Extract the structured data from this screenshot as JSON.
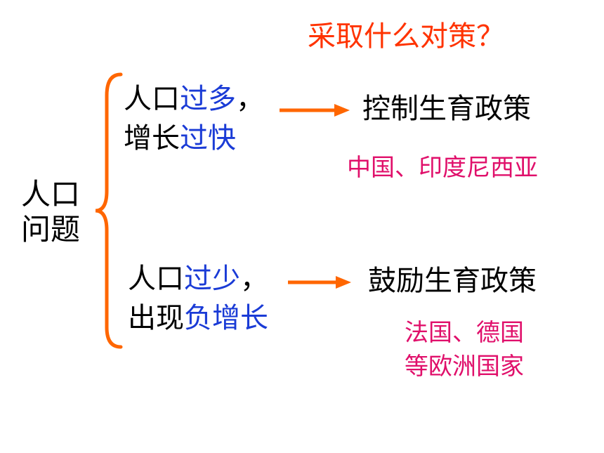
{
  "question": "采取什么对策？",
  "root": {
    "line1": "人口",
    "line2": "问题"
  },
  "branches": [
    {
      "problem_line1": {
        "plain": "人口",
        "highlight": "过多",
        "suffix": "，"
      },
      "problem_line2": {
        "plain": "增长",
        "highlight": "过快"
      },
      "policy": "控制生育政策",
      "examples": [
        "中国、印度尼西亚"
      ]
    },
    {
      "problem_line1": {
        "plain": "人口",
        "highlight": "过少",
        "suffix": "，"
      },
      "problem_line2": {
        "plain": "出现",
        "highlight": "负增长"
      },
      "policy": "鼓励生育政策",
      "examples": [
        "法国、德国",
        "等欧洲国家"
      ]
    }
  ],
  "colors": {
    "question": "#ff3300",
    "highlight": "#1a3bd6",
    "example": "#e0106b",
    "brace_and_arrows": "#ff6600"
  }
}
